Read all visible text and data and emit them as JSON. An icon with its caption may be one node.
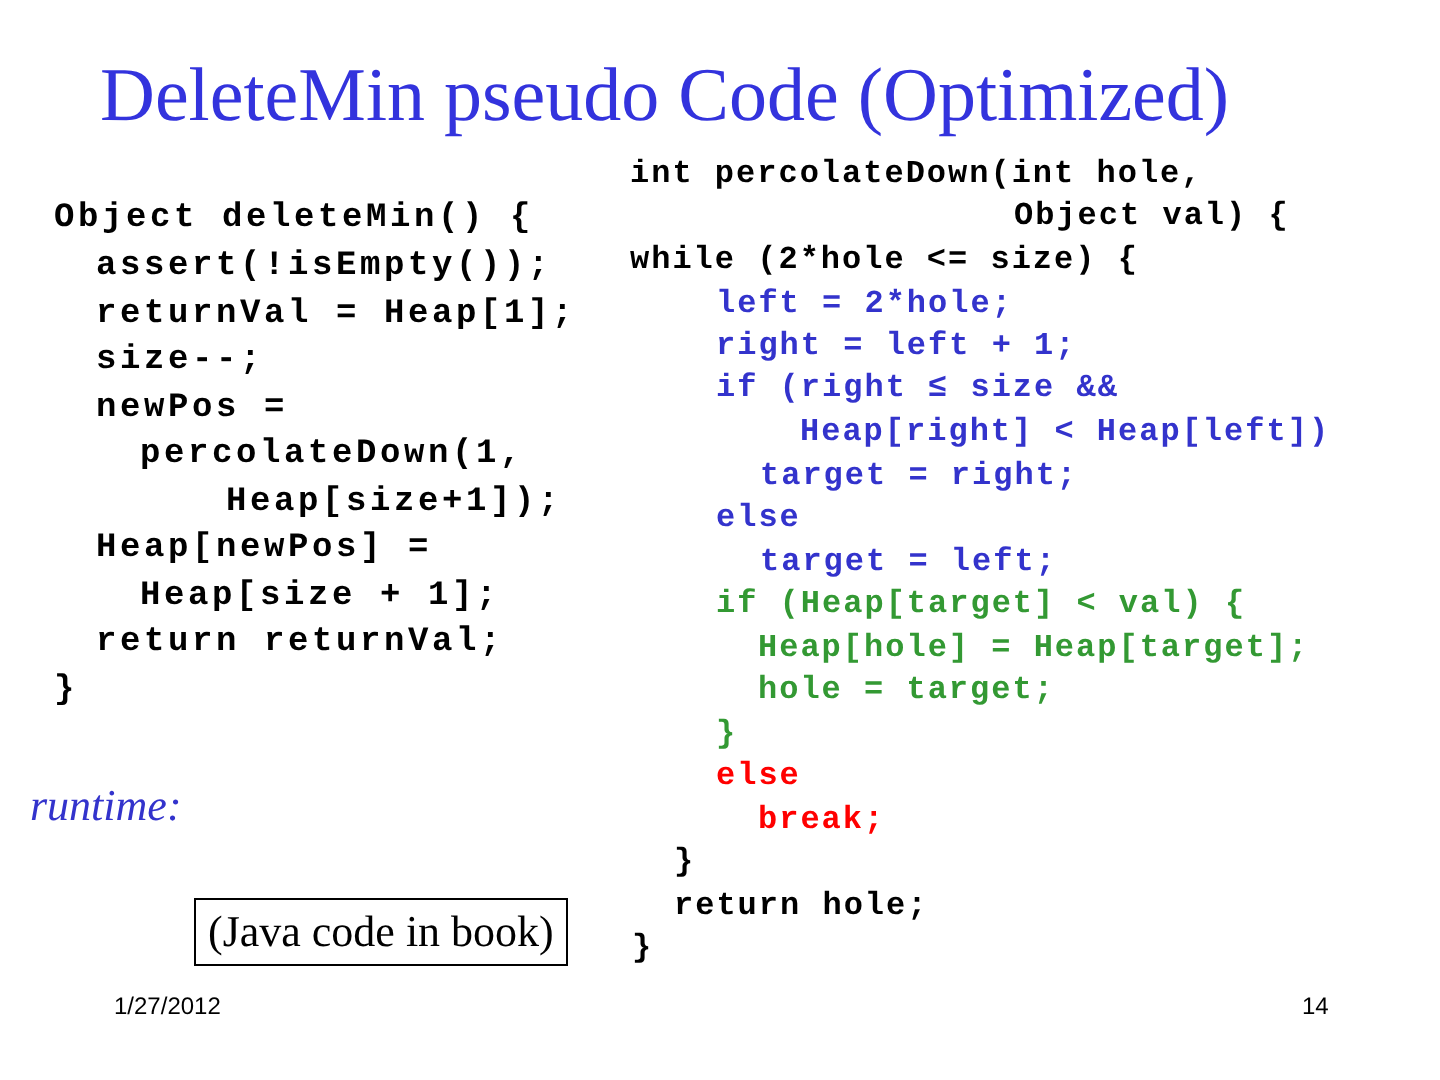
{
  "diagram": {
    "title": "DeleteMin pseudo Code (Optimized)",
    "nodes": [
      {
        "text": [
          "(Java code in book)"
        ]
      }
    ],
    "labels": [
      "Object deleteMin() {",
      "assert(!isEmpty());",
      "returnVal = Heap[1];",
      "size--;",
      "newPos =",
      "percolateDown(1,",
      "Heap[size+1]);",
      "Heap[newPos] =",
      "Heap[size + 1];",
      "return returnVal;",
      "}",
      "runtime:",
      "int percolateDown(int hole,",
      "Object val) {",
      "while (2*hole <= size) {",
      "left = 2*hole;",
      "right = left + 1;",
      "if (right ≤ size &&",
      "Heap[right] < Heap[left])",
      "target = right;",
      "else",
      "target = left;",
      "if (Heap[target] < val) {",
      "Heap[hole] = Heap[target];",
      "hole = target;",
      "}",
      "else",
      "break;",
      "}",
      "return hole;",
      "}",
      "1/27/2012",
      "14"
    ]
  }
}
